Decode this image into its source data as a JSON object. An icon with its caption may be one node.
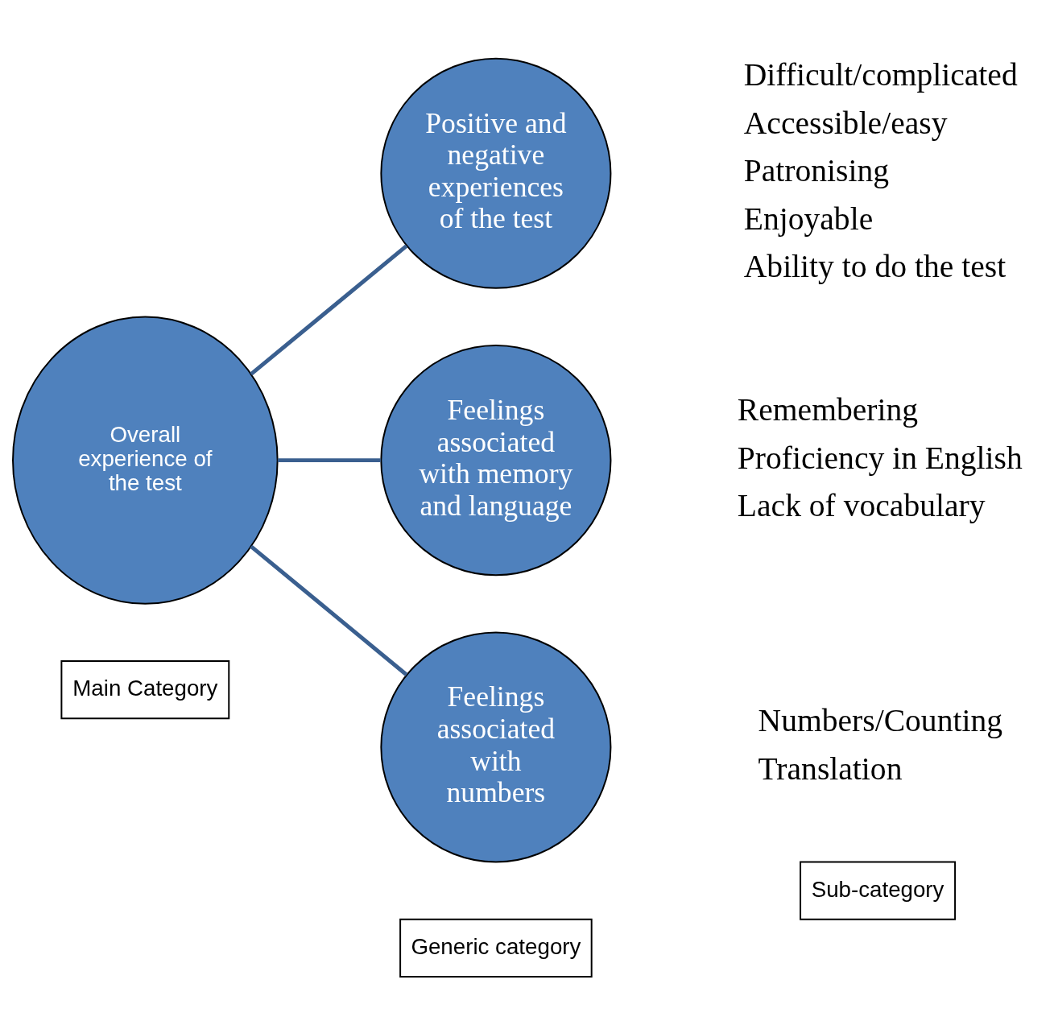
{
  "diagram": {
    "nodes": [
      {
        "text": [
          "Main Category"
        ]
      },
      {
        "text": [
          "Generic category"
        ]
      },
      {
        "text": [
          "Sub-category"
        ]
      },
      {
        "text": [
          "Overall experience of the test"
        ]
      },
      {
        "text": [
          "Positive and negative experiences of the test"
        ],
        "beside": [
          "Difficult/complicated",
          "Accessible/easy",
          "Patronising",
          "Enjoyable",
          "Ability to do the test"
        ]
      },
      {
        "text": [
          "Feelings associated with memory and language"
        ],
        "beside": [
          "Remembering",
          "Proficiency in English",
          "Lack of vocabulary"
        ]
      },
      {
        "text": [
          "Feelings associated with numbers"
        ],
        "beside": [
          "Numbers/Counting",
          "Translation"
        ]
      }
    ],
    "edges": [
      {
        "from": 3,
        "to": 4,
        "arrow": "none"
      },
      {
        "from": 3,
        "to": 5,
        "arrow": "none"
      },
      {
        "from": 3,
        "to": 6,
        "arrow": "none"
      }
    ]
  }
}
